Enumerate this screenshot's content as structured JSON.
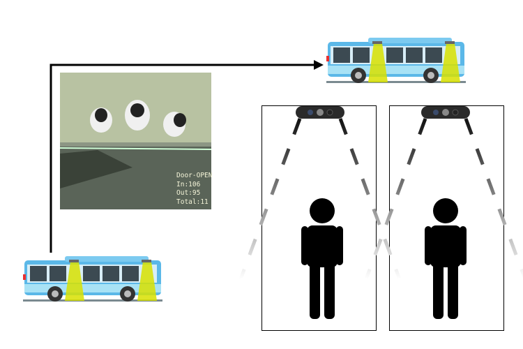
{
  "photo_overlay": {
    "door": "Door-OPEN",
    "in": "In:106",
    "out": "Out:95",
    "total": "Total:11"
  },
  "colors": {
    "bus_body": "#5bb8e8",
    "bus_stripe": "#a8e2f5",
    "sensor_beam": "#d8e000",
    "person": "#000000",
    "arrow": "#000000"
  },
  "icons": [
    "bus-icon",
    "camera-sensor-icon",
    "person-icon",
    "arrow-icon"
  ]
}
